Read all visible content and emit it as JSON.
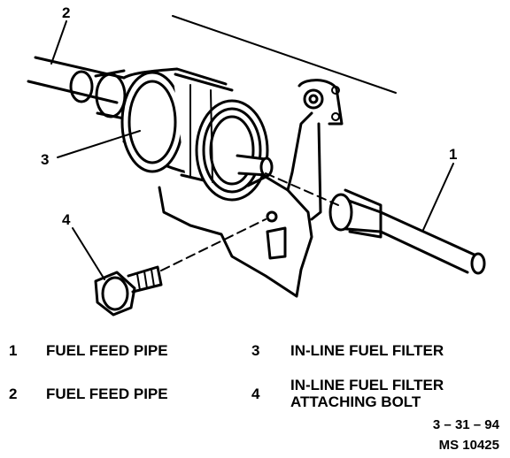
{
  "callouts": {
    "c1": "1",
    "c2": "2",
    "c3": "3",
    "c4": "4"
  },
  "legend": [
    {
      "number": "1",
      "label": "FUEL FEED PIPE"
    },
    {
      "number": "3",
      "label": "IN-LINE FUEL FILTER"
    },
    {
      "number": "2",
      "label": "FUEL FEED PIPE"
    },
    {
      "number": "4",
      "label": "IN-LINE FUEL FILTER\nATTACHING BOLT"
    }
  ],
  "date_code": "3 – 31 – 94",
  "figure_code": "MS 10425"
}
